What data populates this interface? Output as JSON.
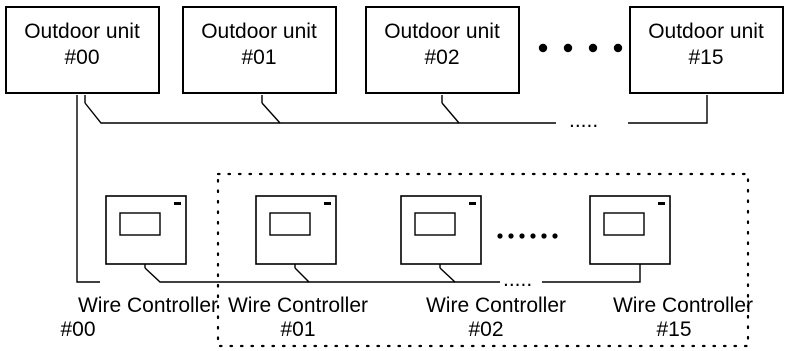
{
  "outdoor_units": [
    {
      "line1": "Outdoor unit",
      "line2": "#00"
    },
    {
      "line1": "Outdoor unit",
      "line2": "#01"
    },
    {
      "line1": "Outdoor unit",
      "line2": "#02"
    },
    {
      "line1": "Outdoor unit",
      "line2": "#15"
    }
  ],
  "controllers": [
    {
      "line1": "Wire Controller",
      "line2": "#00"
    },
    {
      "line1": "Wire Controller",
      "line2": "#01"
    },
    {
      "line1": "Wire Controller",
      "line2": "#02"
    },
    {
      "line1": "Wire Controller",
      "line2": "#15"
    }
  ],
  "ellipsis_top": ".....",
  "ellipsis_bottom": "....."
}
